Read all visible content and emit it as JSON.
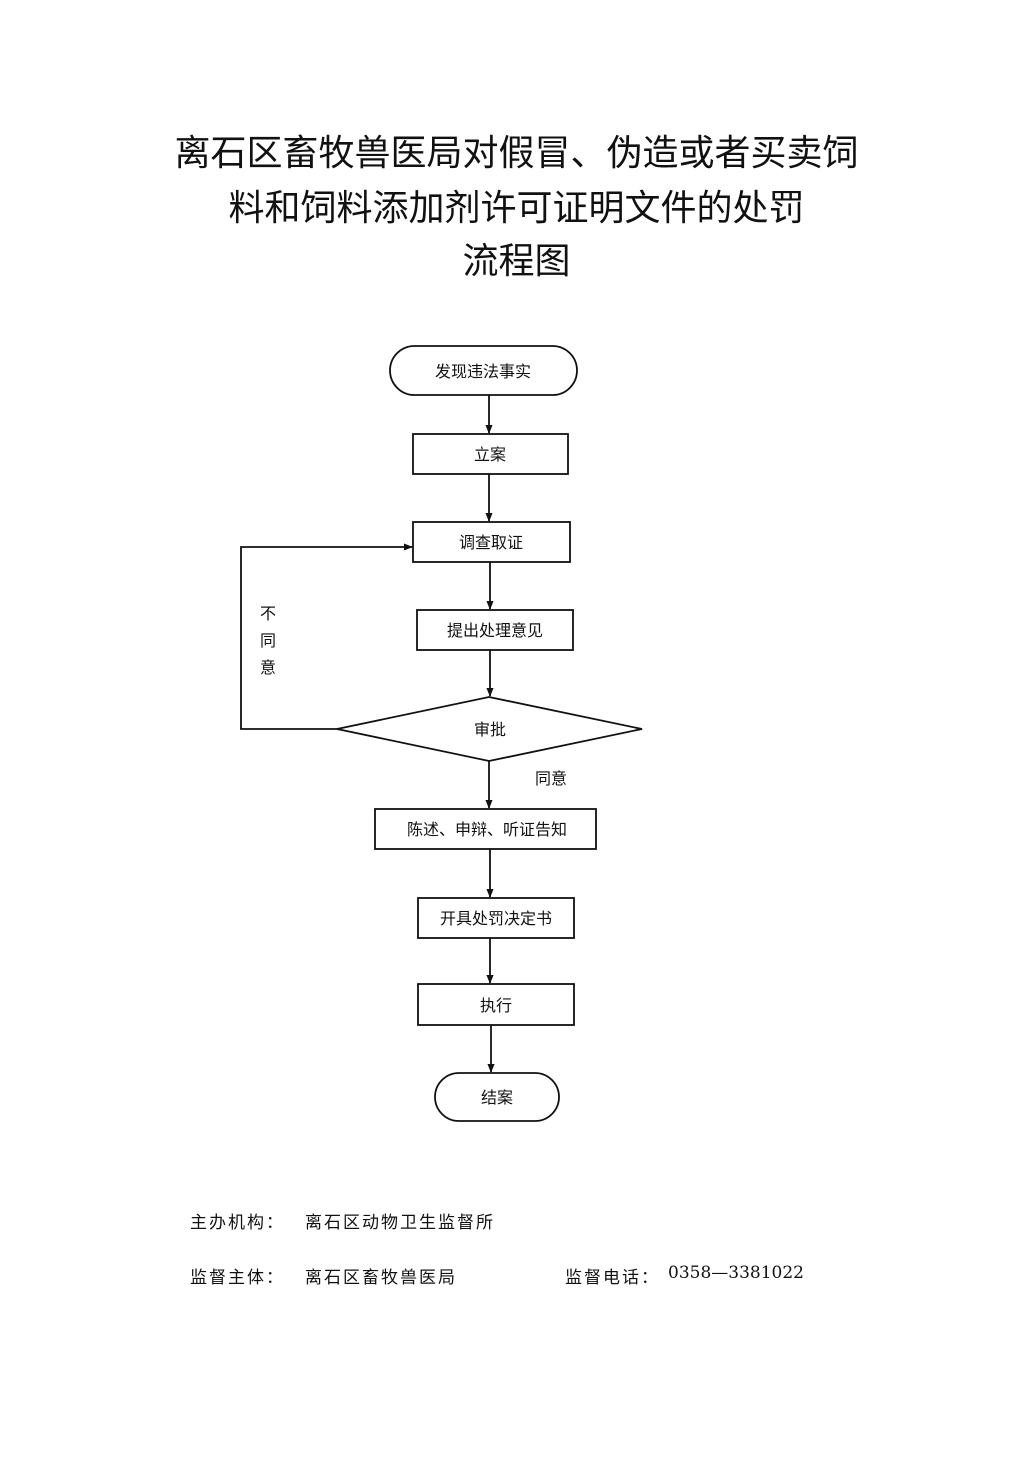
{
  "title": {
    "line1": "离石区畜牧兽医局对假冒、伪造或者买卖饲",
    "line2": "料和饲料添加剂许可证明文件的处罚",
    "line3": "流程图"
  },
  "flowchart": {
    "nodes": {
      "start": "发现违法事实",
      "file_case": "立案",
      "investigate": "调查取证",
      "propose": "提出处理意见",
      "approve": "审批",
      "notify": "陈述、申辩、听证告知",
      "decision": "开具处罚决定书",
      "execute": "执行",
      "close": "结案"
    },
    "edge_labels": {
      "disagree": [
        "不",
        "同",
        "意"
      ],
      "agree": "同意"
    }
  },
  "footer": {
    "organizer_label": "主办机构：",
    "organizer_value": "离石区动物卫生监督所",
    "supervisor_label": "监督主体：",
    "supervisor_value": "离石区畜牧兽医局",
    "phone_label": "监督电话：",
    "phone_value": "0358—3381022"
  }
}
